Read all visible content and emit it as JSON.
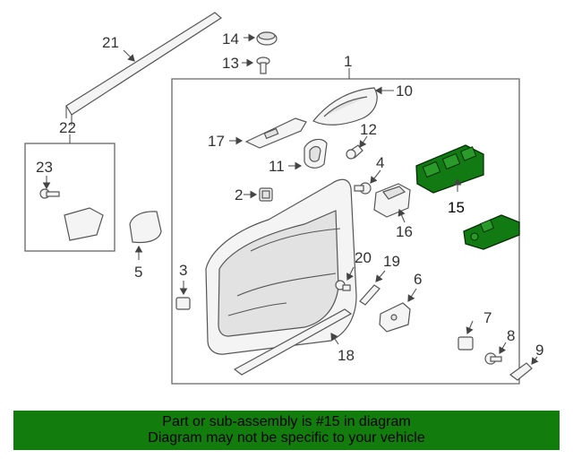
{
  "diagram": {
    "highlight_color": "#127c0c",
    "highlighted_part": "15",
    "callouts": {
      "c1": "1",
      "c2": "2",
      "c3": "3",
      "c4": "4",
      "c5": "5",
      "c6": "6",
      "c7": "7",
      "c8": "8",
      "c9": "9",
      "c10": "10",
      "c11": "11",
      "c12": "12",
      "c13": "13",
      "c14": "14",
      "c15": "15",
      "c17": "17",
      "c16": "16",
      "c18": "18",
      "c19": "19",
      "c20": "20",
      "c21": "21",
      "c22": "22",
      "c23": "23"
    }
  },
  "banner": {
    "line1": "Part or sub-assembly is #15 in diagram",
    "line2": "Diagram may not be specific to your vehicle"
  }
}
